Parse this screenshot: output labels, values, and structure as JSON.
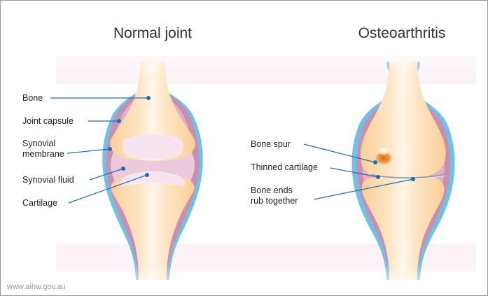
{
  "titles": {
    "normal": "Normal joint",
    "oa": "Osteoarthritis"
  },
  "labels_normal": {
    "bone": "Bone",
    "joint_capsule": "Joint capsule",
    "synovial_membrane_1": "Synovial",
    "synovial_membrane_2": "membrane",
    "synovial_fluid": "Synovial fluid",
    "cartilage": "Cartilage"
  },
  "labels_oa": {
    "bone_spur": "Bone spur",
    "thinned_cartilage": "Thinned cartilage",
    "bone_ends_1": "Bone ends",
    "bone_ends_2": "rub together"
  },
  "source": "www.aihw.gov.au",
  "colors": {
    "capsule_outer": "#6fc1ea",
    "capsule": "#c98fae",
    "membrane": "#e2b0c6",
    "bone": "#fcd8a8",
    "bone_highlight": "#fff3e2",
    "cartilage": "#f6e4ee",
    "leader": "#1f6fb0",
    "spur": "#e8801a"
  }
}
